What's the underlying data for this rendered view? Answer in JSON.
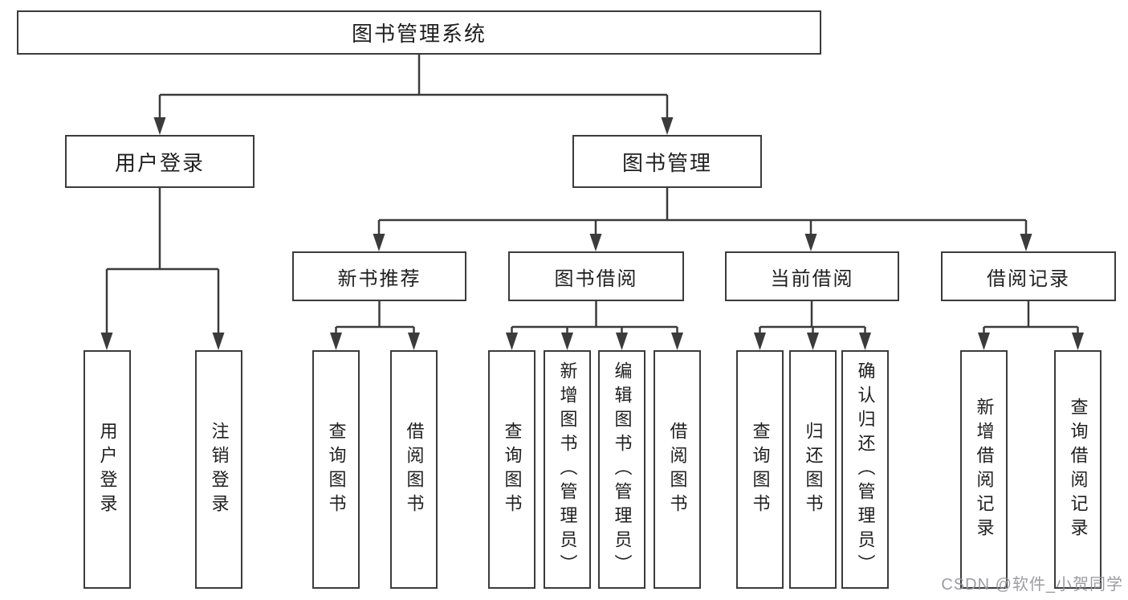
{
  "colors": {
    "background": "#ffffff",
    "line": "#3b3b3b",
    "box_border": "#3b3b3b",
    "text": "#1f1f1f",
    "watermark": "#949499"
  },
  "watermark": {
    "text": "CSDN @软件_小贺同学"
  },
  "diagram": {
    "type": "hierarchy-tree",
    "root": {
      "label": "图书管理系统"
    },
    "level2": [
      {
        "label": "用户登录"
      },
      {
        "label": "图书管理"
      }
    ],
    "level3": [
      {
        "label": "新书推荐",
        "parent": "图书管理"
      },
      {
        "label": "图书借阅",
        "parent": "图书管理"
      },
      {
        "label": "当前借阅",
        "parent": "图书管理"
      },
      {
        "label": "借阅记录",
        "parent": "图书管理"
      }
    ],
    "leaves": [
      {
        "label": "用户登录",
        "parent": "用户登录"
      },
      {
        "label": "注销登录",
        "parent": "用户登录"
      },
      {
        "label": "查询图书",
        "parent": "新书推荐"
      },
      {
        "label": "借阅图书",
        "parent": "新书推荐"
      },
      {
        "label": "查询图书",
        "parent": "图书借阅"
      },
      {
        "label": "新增图书（管理员）",
        "parent": "图书借阅"
      },
      {
        "label": "编辑图书（管理员）",
        "parent": "图书借阅"
      },
      {
        "label": "借阅图书",
        "parent": "图书借阅"
      },
      {
        "label": "查询图书",
        "parent": "当前借阅"
      },
      {
        "label": "归还图书",
        "parent": "当前借阅"
      },
      {
        "label": "确认归还（管理员）",
        "parent": "当前借阅"
      },
      {
        "label": "新增借阅记录",
        "parent": "借阅记录"
      },
      {
        "label": "查询借阅记录",
        "parent": "借阅记录"
      }
    ]
  }
}
